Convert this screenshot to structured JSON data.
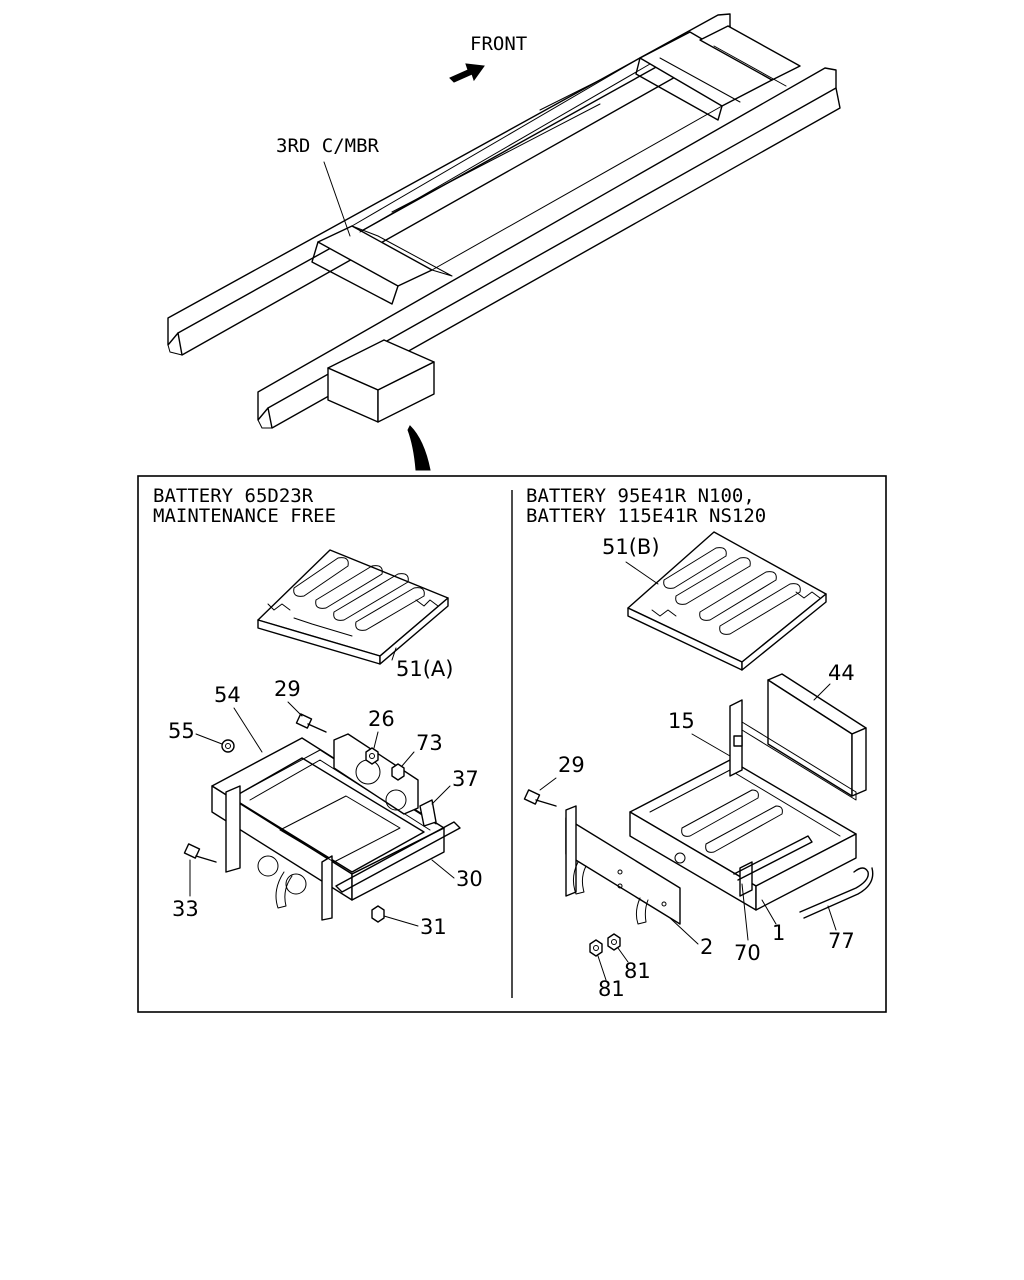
{
  "overview": {
    "front_label": "FRONT",
    "crossmember_label": "3RD C/MBR"
  },
  "panel_a": {
    "title_line1": "BATTERY 65D23R",
    "title_line2": "MAINTENANCE FREE",
    "callouts": {
      "p51a": "51(A)",
      "p54": "54",
      "p29": "29",
      "p55": "55",
      "p26": "26",
      "p73": "73",
      "p37": "37",
      "p33": "33",
      "p30": "30",
      "p31": "31"
    }
  },
  "panel_b": {
    "title_line1": "BATTERY 95E41R N100,",
    "title_line2": "BATTERY 115E41R NS120",
    "callouts": {
      "p51b": "51(B)",
      "p44": "44",
      "p15": "15",
      "p29": "29",
      "p2": "2",
      "p70": "70",
      "p1": "1",
      "p77": "77",
      "p81a": "81",
      "p81b": "81"
    }
  }
}
